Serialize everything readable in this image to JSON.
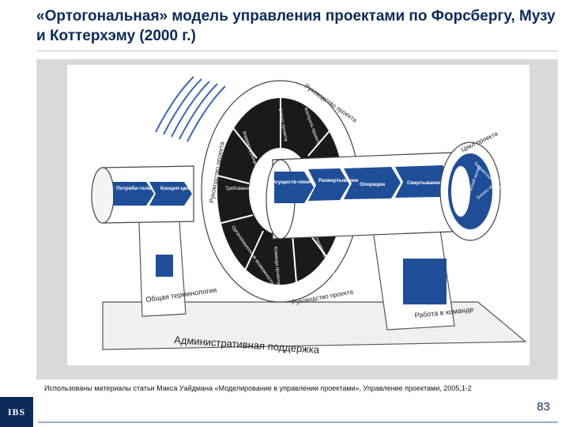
{
  "title": "«Ортогональная» модель управления проектами по Форсбергу, Музу и Коттерхэму (2000 г.)",
  "logo_text": "IBS",
  "page_number": "83",
  "caption": "Использованы материалы статьи Макса Уайдмана «Моделирование в управлении проектами», Управление проектами, 2005,1-2",
  "diagram": {
    "cylinder_left": [
      "Потреби-тель",
      "Концеп-ция"
    ],
    "cylinder_right": [
      "Осуществ-ление",
      "Развертывание",
      "Операции",
      "Свертывание"
    ],
    "wheel_outer_top": "Руководство проекта",
    "wheel_outer_left": "Руководство проекта",
    "wheel_outer_bottom": "Руководство проекта",
    "wheel_segments": [
      "Статус проекта",
      "Контроль проекта",
      "Корректирующие действия",
      "Требования к проекту",
      "Организационные возможности",
      "Команда проекта",
      "Планирование проекта"
    ],
    "right_ring_outer": "Цикл проекта",
    "right_ring_segments": [
      "Технический аспект",
      "Бюджетный аспект",
      "Бизнес-аспект"
    ],
    "left_support_label": "Общая терминология",
    "right_support_label": "Работа в команде",
    "base_label": "Административная поддержка"
  },
  "colors": {
    "title": "#0b2a5b",
    "accent": "#1f4e99",
    "dark": "#1a1a1a"
  }
}
